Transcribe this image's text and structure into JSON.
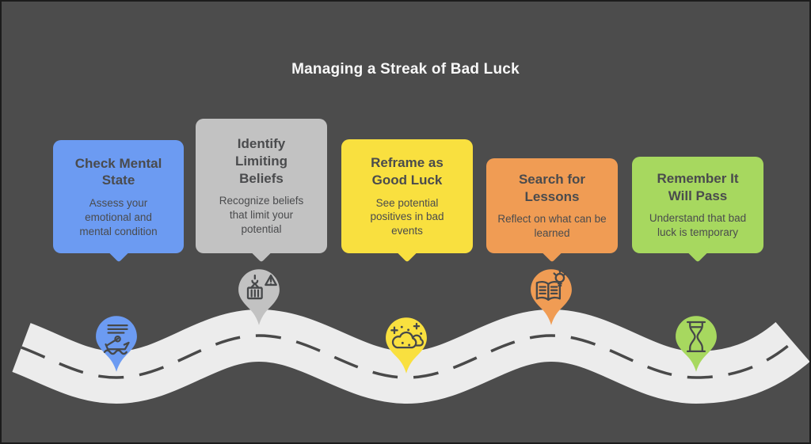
{
  "title": "Managing a Streak of Bad Luck",
  "colors": {
    "background": "#4C4C4C",
    "border": "#1C1C1C",
    "road": "#ECECEC",
    "road_dash": "#494949",
    "card_text": "#4A4B4D",
    "icon": "#46484A",
    "title_text": "#F8F8F8"
  },
  "steps": [
    {
      "title": "Check Mental State",
      "description": "Assess your emotional and mental condition",
      "color": "#6C9BF2",
      "icon": "rowboat-icon"
    },
    {
      "title": "Identify Limiting Beliefs",
      "description": "Recognize beliefs that limit your potential",
      "color": "#C2C2C2",
      "icon": "crane-warning-icon"
    },
    {
      "title": "Reframe as Good Luck",
      "description": "See potential positives in bad events",
      "color": "#F9E03F",
      "icon": "cloud-sparkles-icon"
    },
    {
      "title": "Search for Lessons",
      "description": "Reflect on what can be learned",
      "color": "#F09C54",
      "icon": "open-book-bulb-icon"
    },
    {
      "title": "Remember It Will Pass",
      "description": "Understand that bad luck is temporary",
      "color": "#A7D85F",
      "icon": "hourglass-icon"
    }
  ]
}
